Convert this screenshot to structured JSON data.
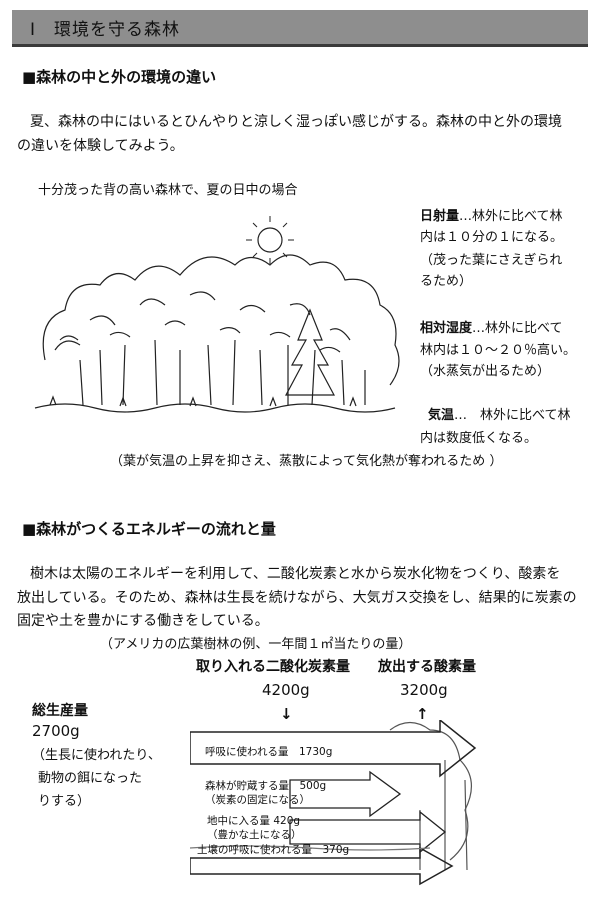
{
  "header": {
    "title": "Ⅰ　環境を守る森林"
  },
  "section1": {
    "heading": "■森林の中と外の環境の違い",
    "intro_line1": "夏、森林の中にはいるとひんやりと涼しく湿っぽい感じがする。森林の中と外の環境",
    "intro_line2": "の違いを体験してみよう。",
    "scene_caption": "十分茂った背の高い森林で、夏の日中の場合",
    "items": [
      {
        "term": "日射量",
        "line1": "…林外に比べて林",
        "line2": "内は１０分の１になる。",
        "note1": "（茂った葉にさえぎられ",
        "note2": "るため）"
      },
      {
        "term": "相対湿度",
        "line1": "…林外に比べて",
        "line2": "林内は１０～２０％高い。",
        "note1": "（水蒸気が出るため）"
      },
      {
        "term": "気温",
        "line1": "…　林外に比べて林",
        "line2": "内は数度低くなる。"
      }
    ],
    "footnote": "（葉が気温の上昇を抑さえ、蒸散によって気化熱が奪われるため ）"
  },
  "section2": {
    "heading": "■森林がつくるエネルギーの流れと量",
    "para_line1": "樹木は太陽のエネルギーを利用して、二酸化炭素と水から炭水化物をつくり、酸素を",
    "para_line2": "放出している。そのため、森林は生長を続けながら、大気ガス交換をし、結果的に炭素の",
    "para_line3": "固定や土を豊かにする働きをしている。",
    "example": "（アメリカの広葉樹林の例、一年間１㎡当たりの量）",
    "co2_label": "取り入れる二酸化炭素量",
    "co2_value": "4200g",
    "o2_label": "放出する酸素量",
    "o2_value": "3200g",
    "gross_label": "総生産量",
    "gross_value": "2700g",
    "gross_note1": "（生長に使われたり、",
    "gross_note2": "動物の餌になった",
    "gross_note3": "りする）",
    "flows": [
      {
        "label": "呼吸に使われる量",
        "value": "1730g"
      },
      {
        "label": "森林が貯蔵する量",
        "sub": "（炭素の固定になる）",
        "value": "500g"
      },
      {
        "label": "地中に入る量",
        "sub": "（豊かな土になる）",
        "value": "420g"
      },
      {
        "label": "土壌の呼吸に使われる量",
        "value": "370g"
      }
    ],
    "arrow_down": "↓",
    "arrow_up": "↑"
  }
}
